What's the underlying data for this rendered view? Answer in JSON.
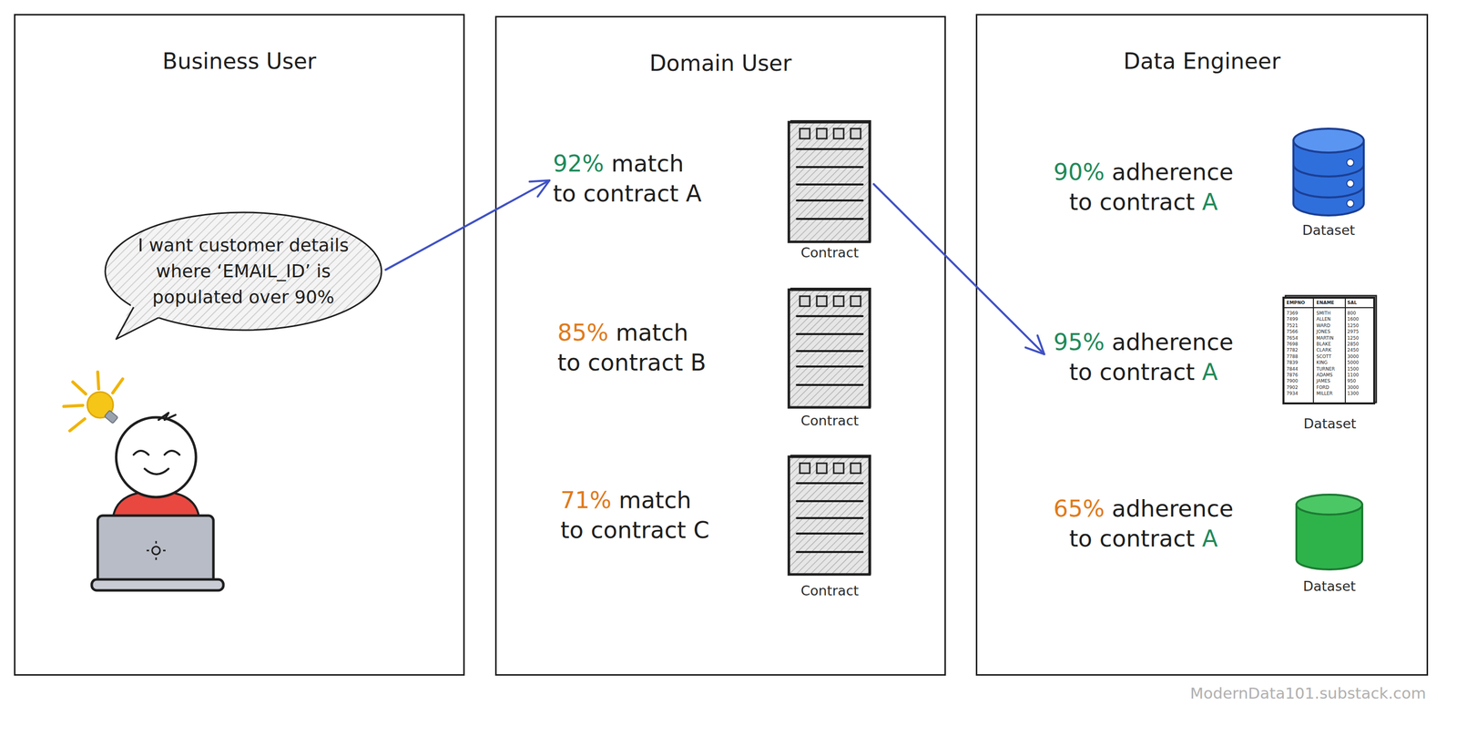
{
  "diagram": {
    "nodes": [
      {
        "text": [
          "Business User"
        ]
      },
      {
        "text": [
          "I want customer details where ‘EMAIL_ID’ is populated over 90%"
        ],
        "in": 0
      },
      {
        "text": [
          "Domain User"
        ]
      },
      {
        "text": [
          "92%",
          "match to contract A"
        ],
        "in": 2
      },
      {
        "text": [
          "Contract"
        ],
        "in": 2
      },
      {
        "text": [
          "85%",
          "match to contract B"
        ],
        "in": 2
      },
      {
        "text": [
          "Contract"
        ],
        "in": 2
      },
      {
        "text": [
          "71%",
          "match to contract C"
        ],
        "in": 2
      },
      {
        "text": [
          "Contract"
        ],
        "in": 2
      },
      {
        "text": [
          "Data Engineer"
        ]
      },
      {
        "text": [
          "90%",
          "adherence to contract",
          "A"
        ],
        "in": 9
      },
      {
        "text": [
          "Dataset"
        ],
        "in": 9
      },
      {
        "text": [
          "95%",
          "adherence to contract",
          "A"
        ],
        "in": 9
      },
      {
        "text": [
          "Dataset"
        ],
        "in": 9
      },
      {
        "text": [
          "65%",
          "adherence to contract",
          "A"
        ],
        "in": 9
      },
      {
        "text": [
          "Dataset"
        ],
        "in": 9
      }
    ],
    "edges": [
      {
        "from": 1,
        "to": 3,
        "arrow": "to"
      },
      {
        "from": 4,
        "to": 12,
        "arrow": "to"
      }
    ],
    "labels": [
      "EMPNO",
      "ENAME",
      "SAL",
      "7369",
      "SMITH",
      "800",
      "7499",
      "ALLEN",
      "1600",
      "7521",
      "WARD",
      "1250",
      "7566",
      "JONES",
      "2975",
      "7654",
      "MARTIN",
      "1250",
      "7698",
      "BLAKE",
      "2850",
      "7782",
      "CLARK",
      "2450",
      "7788",
      "SCOTT",
      "3000",
      "7839",
      "KING",
      "5000",
      "7844",
      "TURNER",
      "1500",
      "7876",
      "ADAMS",
      "1100",
      "7900",
      "JAMES",
      "950",
      "7902",
      "FORD",
      "3000",
      "7934",
      "MILLER",
      "1300",
      "ModernData101.substack.com"
    ]
  }
}
